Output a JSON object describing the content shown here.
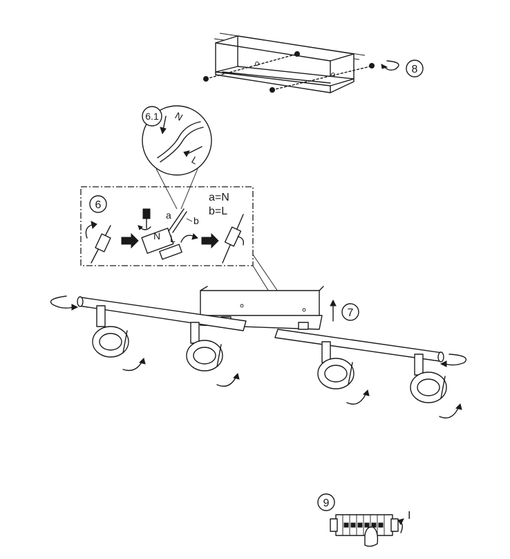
{
  "steps": {
    "step8": "8",
    "step6_1": "6.1",
    "step6": "6",
    "step7": "7",
    "step9": "9"
  },
  "wire_labels": {
    "n": "N",
    "l": "L",
    "a": "a",
    "b": "b"
  },
  "legend": {
    "line1": "a=N",
    "line2": "b=L"
  },
  "switch_label": "I"
}
